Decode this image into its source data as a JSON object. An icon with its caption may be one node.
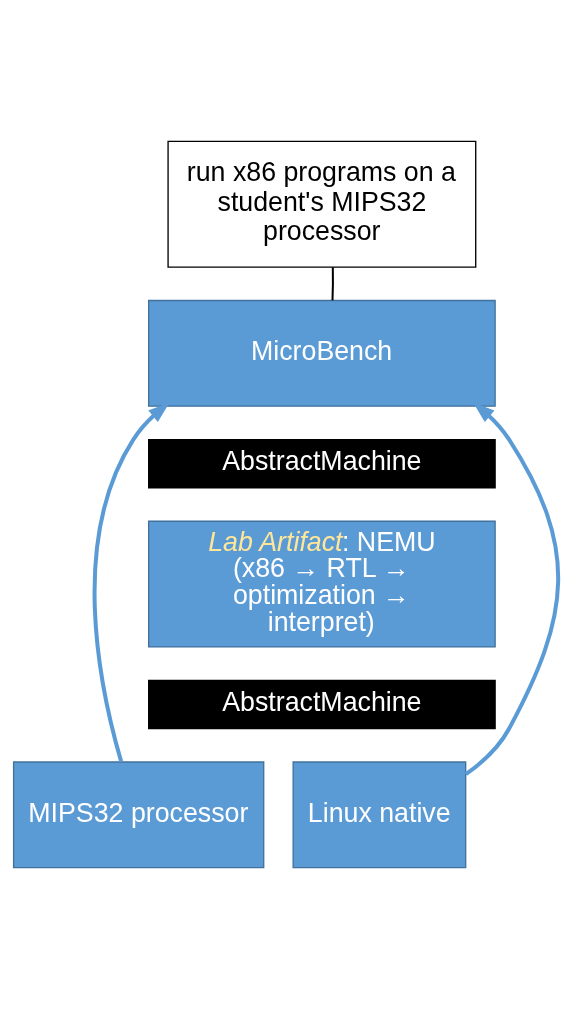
{
  "diagram": {
    "nodes": [
      {
        "text": [
          "run x86 programs on a student's MIPS32 processor"
        ]
      },
      {
        "text": [
          "MicroBench"
        ]
      },
      {
        "text": [
          "AbstractMachine"
        ]
      },
      {
        "text": [
          "*Lab Artifact*: NEMU (x86 → RTL → optimization → interpret)"
        ]
      },
      {
        "text": [
          "AbstractMachine"
        ]
      },
      {
        "text": [
          "MIPS32 processor"
        ]
      },
      {
        "text": [
          "Linux native"
        ]
      }
    ],
    "edges": [
      {
        "from": 0,
        "to": 1,
        "arrow": "none",
        "color": "#000000"
      },
      {
        "from": 5,
        "to": 1,
        "arrow": "to"
      },
      {
        "from": 6,
        "to": 1,
        "arrow": "to"
      }
    ]
  }
}
